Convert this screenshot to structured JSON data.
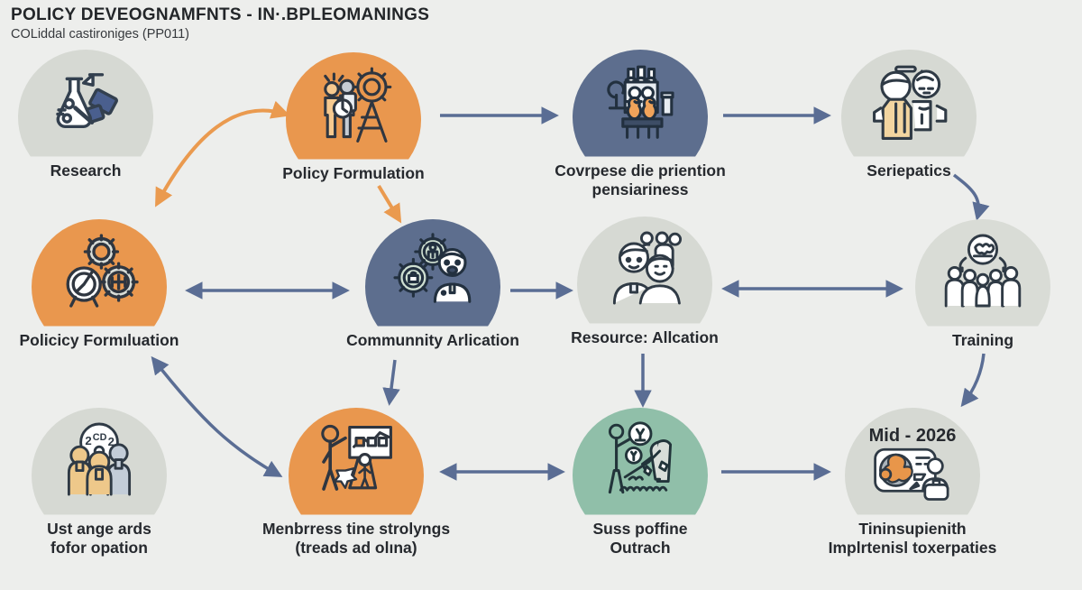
{
  "header": {
    "title": "POLICY DEVEOGNAMFNTS - IN·.BPLEOMANINGS",
    "subtitle": "COLiddal castironiges (PP011)"
  },
  "colors": {
    "background": "#edeeec",
    "node_gray": "#d6d9d3",
    "node_orange": "#e9974e",
    "node_blue": "#5d6e8e",
    "node_teal": "#90bfa9",
    "arrow_blue": "#5a6d94",
    "arrow_orange": "#ea9a4f",
    "text": "#26292e"
  },
  "nodes": [
    {
      "id": "research",
      "row": 1,
      "col": 1,
      "color": "gray",
      "icon": "research-flask-icon",
      "label1": "Research",
      "label2": ""
    },
    {
      "id": "policy-formulation",
      "row": 1,
      "col": 2,
      "color": "orange",
      "icon": "people-gear-tower-icon",
      "label1": "Policy Formulation",
      "label2": ""
    },
    {
      "id": "covrpese",
      "row": 1,
      "col": 3,
      "color": "blue",
      "icon": "factory-icon",
      "label1": "Covrpese die priention",
      "label2": "pensiariness"
    },
    {
      "id": "seriepatics",
      "row": 1,
      "col": 4,
      "color": "gray",
      "icon": "two-people-talking-icon",
      "label1": "Seriepatics",
      "label2": ""
    },
    {
      "id": "policicy-formulation",
      "row": 2,
      "col": 1,
      "color": "orange",
      "icon": "gears-gauge-icon",
      "label1": "Policicy Formıluation",
      "label2": ""
    },
    {
      "id": "communnity",
      "row": 2,
      "col": 2,
      "color": "blue",
      "icon": "gears-person-icon",
      "label1": "Communnity Arlication",
      "label2": ""
    },
    {
      "id": "resource-allcation",
      "row": 2,
      "col": 3,
      "color": "gray",
      "icon": "people-group-icon",
      "label1": "Resource: Allcation",
      "label2": ""
    },
    {
      "id": "training",
      "row": 2,
      "col": 4,
      "color": "gray",
      "icon": "trainer-audience-icon",
      "label1": "Training",
      "label2": ""
    },
    {
      "id": "ust-ange",
      "row": 3,
      "col": 1,
      "color": "gray",
      "icon": "idea-bubble-people-icon",
      "label1": "Ust ange ards",
      "label2": "fofor opation"
    },
    {
      "id": "menbrress",
      "row": 3,
      "col": 2,
      "color": "orange",
      "icon": "whiteboard-presenter-icon",
      "label1": "Menbrress tine strolyngs",
      "label2": "(treads ad olına)"
    },
    {
      "id": "suss-poffine",
      "row": 3,
      "col": 3,
      "color": "teal",
      "icon": "podium-speaker-icon",
      "label1": "Suss poffine",
      "label2": "Outrach"
    },
    {
      "id": "tininsupienith",
      "row": 3,
      "col": 4,
      "color": "gray",
      "icon": "globe-meeting-icon",
      "label1": "Tininsupienith",
      "label2": "Implrtenisl toxerpaties",
      "badge": "Mid - 2026"
    }
  ],
  "arrows": [
    {
      "from": "policy-formulation",
      "to": "covrpese",
      "style": "straight",
      "heads": "end",
      "color": "blue"
    },
    {
      "from": "covrpese",
      "to": "seriepatics",
      "style": "straight",
      "heads": "end",
      "color": "blue"
    },
    {
      "from": "policicy-formulation",
      "to": "policy-formulation",
      "style": "curved",
      "heads": "both",
      "color": "orange"
    },
    {
      "from": "policy-formulation",
      "to": "communnity",
      "style": "straight",
      "heads": "end",
      "color": "orange"
    },
    {
      "from": "seriepatics",
      "to": "training",
      "style": "curved",
      "heads": "end",
      "color": "blue"
    },
    {
      "from": "policicy-formulation",
      "to": "communnity",
      "style": "straight",
      "heads": "both",
      "color": "blue"
    },
    {
      "from": "communnity",
      "to": "resource-allcation",
      "style": "straight",
      "heads": "end",
      "color": "blue"
    },
    {
      "from": "resource-allcation",
      "to": "training",
      "style": "straight",
      "heads": "both",
      "color": "blue"
    },
    {
      "from": "policicy-formulation",
      "to": "menbrress",
      "style": "curved",
      "heads": "both",
      "color": "blue"
    },
    {
      "from": "communnity",
      "to": "menbrress",
      "style": "straight",
      "heads": "end",
      "color": "blue"
    },
    {
      "from": "resource-allcation",
      "to": "suss-poffine",
      "style": "straight",
      "heads": "end",
      "color": "blue"
    },
    {
      "from": "training",
      "to": "tininsupienith",
      "style": "curved",
      "heads": "end",
      "color": "blue"
    },
    {
      "from": "menbrress",
      "to": "suss-poffine",
      "style": "straight",
      "heads": "both",
      "color": "blue"
    },
    {
      "from": "suss-poffine",
      "to": "tininsupienith",
      "style": "straight",
      "heads": "end",
      "color": "blue"
    }
  ]
}
